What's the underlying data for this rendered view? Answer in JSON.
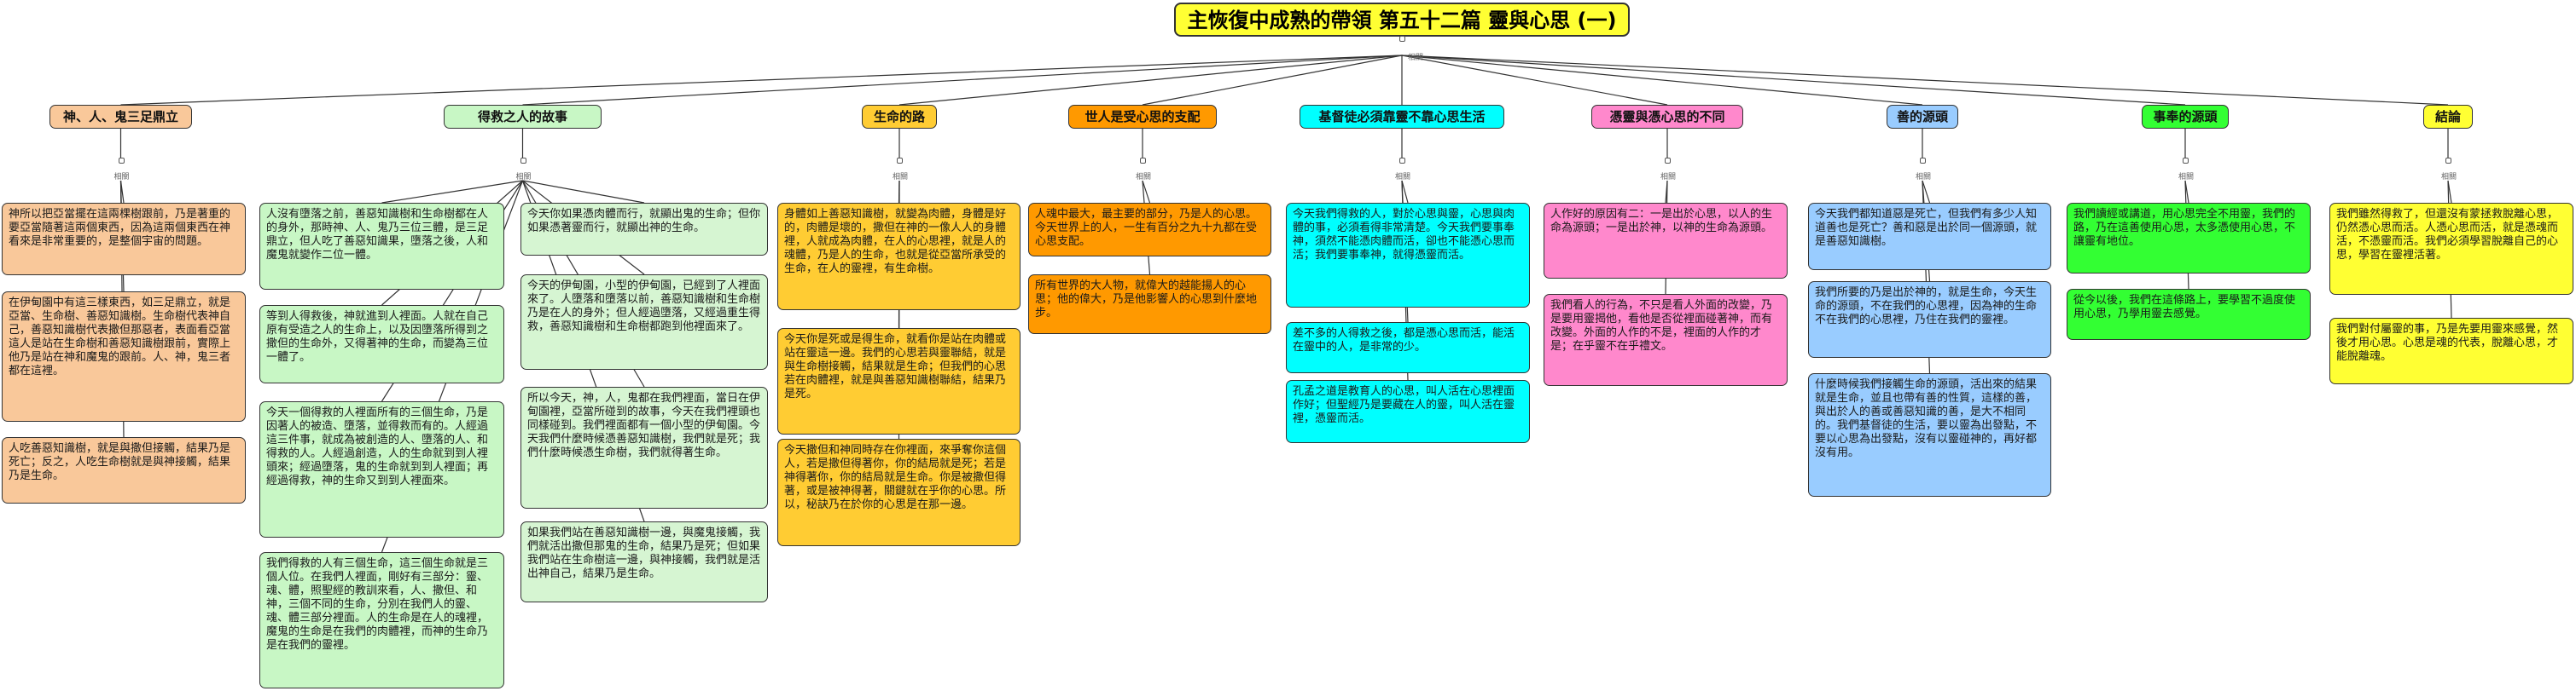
{
  "colors": {
    "root": "#ffff33",
    "orange_light": "#f9c89a",
    "green_light": "#c8f7c5",
    "yellow": "#ffcc33",
    "orange": "#ff9900",
    "cyan": "#00ffff",
    "pink": "#ff88cc",
    "blue": "#99ccff",
    "green": "#33ff33",
    "yellow_bright": "#ffff33",
    "line": "#333333"
  },
  "root": {
    "title": "主恢復中成熟的帶領 第五十二篇 靈與心思 (一)",
    "connector": "相關"
  },
  "branches": [
    {
      "id": "b1",
      "title": "神、人、鬼三足鼎立",
      "color": "#f9c89a",
      "nodes": [
        "神所以把亞當擺在這兩棵樹跟前，乃是著重的要亞當隨著這兩個東西，因為這兩個東西在神看來是非常重要的，是整個宇宙的問題。",
        "在伊甸園中有這三樣東西，如三足鼎立，就是亞當、生命樹、善惡知識樹。生命樹代表神自己，善惡知識樹代表撒但那惡者，表面看亞當這人是站在生命樹和善惡知識樹跟前，實際上他乃是站在神和魔鬼的跟前。人、神，鬼三者都在這裡。",
        "人吃善惡知識樹，就是與撒但接觸，結果乃是死亡；反之，人吃生命樹就是與神接觸，結果乃是生命。"
      ]
    },
    {
      "id": "b2",
      "title": "得救之人的故事",
      "color": "#c8f7c5",
      "nodes": [
        "人沒有墮落之前，善惡知識樹和生命樹都在人的身外，那時神、人、鬼乃三位三體，是三足鼎立，但人吃了善惡知識果，墮落之後，人和魔鬼就變作二位一體。",
        "等到人得救後，神就進到人裡面。人就在自己原有受造之人的生命上，以及因墮落所得到之撒但的生命外，又得著神的生命，而變為三位一體了。",
        "今天一個得救的人裡面所有的三個生命，乃是因著人的被造、墮落，並得救而有的。人經過這三件事，就成為被創造的人、墮落的人、和得救的人。人經過創造，人的生命就到到人裡頭來；經過墮落，鬼的生命就到到人裡面；再經過得救，神的生命又到到人裡面來。",
        "我們得救的人有三個生命，這三個生命就是三個人位。在我們人裡面，剛好有三部分：靈、魂、體，照聖經的教訓來看，人、撒但、和神，三個不同的生命，分別在我們人的靈、魂、體三部分裡面。人的生命是在人的魂裡，魔鬼的生命是在我們的肉體裡，而神的生命乃是在我們的靈裡。",
        "今天你如果憑肉體而行，就顯出鬼的生命；但你如果憑著靈而行，就顯出神的生命。",
        "今天的伊甸園，小型的伊甸園，已經到了人裡面來了。人墮落和墮落以前，善惡知識樹和生命樹乃是在人的身外；但人經過墮落，又經過重生得救，善惡知識樹和生命樹都跑到他裡面來了。",
        "所以今天，神，人，鬼都在我們裡面，當日在伊甸園裡，亞當所碰到的故事，今天在我們裡頭也同樣碰到。我們裡面都有一個小型的伊甸園。今天我們什麼時候憑善惡知識樹，我們就是死；我們什麼時候憑生命樹，我們就得著生命。",
        "如果我們站在善惡知識樹一邊，與魔鬼接觸，我們就活出撒但那鬼的生命，結果乃是死；但如果我們站在生命樹這一邊，與神接觸，我們就是活出神自己，結果乃是生命。"
      ]
    },
    {
      "id": "b3",
      "title": "生命的路",
      "color": "#ffcc33",
      "nodes": [
        "身體如上善惡知識樹，就變為肉體，身體是好的，肉體是壞的，撒但在神的一像人人的身體裡，人就成為肉體，在人的心思裡，就是人的魂體，乃是人的生命，也就是從亞當所承受的生命，在人的靈裡，有生命樹。",
        "今天你是死或是得生命，就看你是站在肉體或站在靈這一邊。我們的心思若與靈聯結，就是與生命樹接觸，結果就是生命；但我們的心思若在肉體裡，就是與善惡知識樹聯結，結果乃是死。",
        "今天撒但和神同時存在你裡面，來爭奪你這個人，若是撒但得著你，你的結局就是死；若是神得著你，你的結局就是生命。你是被撒但得著，或是被神得著，關鍵就在乎你的心思。所以，秘訣乃在於你的心思是在那一邊。"
      ]
    },
    {
      "id": "b4",
      "title": "世人是受心思的支配",
      "color": "#ff9900",
      "nodes": [
        "人魂中最大，最主要的部分，乃是人的心思。今天世界上的人，一生有百分之九十九都在受心思支配。",
        "所有世界的大人物，就偉大的越能揚人的心思；他的偉大，乃是他影響人的心思到什麼地步。"
      ]
    },
    {
      "id": "b5",
      "title": "基督徒必須靠靈不靠心思生活",
      "color": "#00ffff",
      "nodes": [
        "今天我們得救的人，對於心思與靈，心思與肉體的事，必須看得非常清楚。今天我們要事奉神，須然不能憑肉體而活，卻也不能憑心思而活；我們要事奉神，就得憑靈而活。",
        "差不多的人得救之後，都是憑心思而活，能活在靈中的人，是非常的少。",
        "孔孟之道是教育人的心思，叫人活在心思裡面作好；但聖經乃是要藏在人的靈，叫人活在靈裡，憑靈而活。"
      ]
    },
    {
      "id": "b6",
      "title": "憑靈與憑心思的不同",
      "color": "#ff88cc",
      "nodes": [
        "人作好的原因有二：一是出於心思，以人的生命為源頭；一是出於神，以神的生命為源頭。",
        "我們看人的行為，不只是看人外面的改變，乃是要用靈揭他，看他是否從裡面碰著神，而有改變。外面的人作的不是，裡面的人作的才是；在乎靈不在乎禮文。"
      ]
    },
    {
      "id": "b7",
      "title": "善的源頭",
      "color": "#99ccff",
      "nodes": [
        "今天我們都知道惡是死亡，但我們有多少人知道善也是死亡？善和惡是出於同一個源頭，就是善惡知識樹。",
        "我們所要的乃是出於神的，就是生命，今天生命的源頭，不在我們的心思裡，因為神的生命不在我們的心思裡，乃住在我們的靈裡。",
        "什麼時候我們接觸生命的源頭，活出來的結果就是生命，並且也帶有善的性質，這樣的善，與出於人的善或善惡知識的善，是大不相同的。我們基督徒的生活，要以靈為出發點，不要以心思為出發點，沒有以靈碰神的，再好都沒有用。"
      ]
    },
    {
      "id": "b8",
      "title": "事奉的源頭",
      "color": "#33ff33",
      "nodes": [
        "我們讀經或講道，用心思完全不用靈，我們的路，乃在這善使用心思，太多憑使用心思，不讓靈有地位。",
        "從今以後，我們在這條路上，要學習不過度使用心思，乃學用靈去感覺。"
      ]
    },
    {
      "id": "b9",
      "title": "結論",
      "color": "#ffff33",
      "nodes": [
        "我們雖然得救了，但還沒有蒙拯救脫離心思，仍然憑心思而活。人憑心思而活，就是憑魂而活，不憑靈而活。我們必須學習脫離自己的心思，學習在靈裡活著。",
        "我們對付屬靈的事，乃是先要用靈來感覺，然後才用心思。心思是魂的代表，脫離心思，才能脫離魂。"
      ]
    }
  ]
}
